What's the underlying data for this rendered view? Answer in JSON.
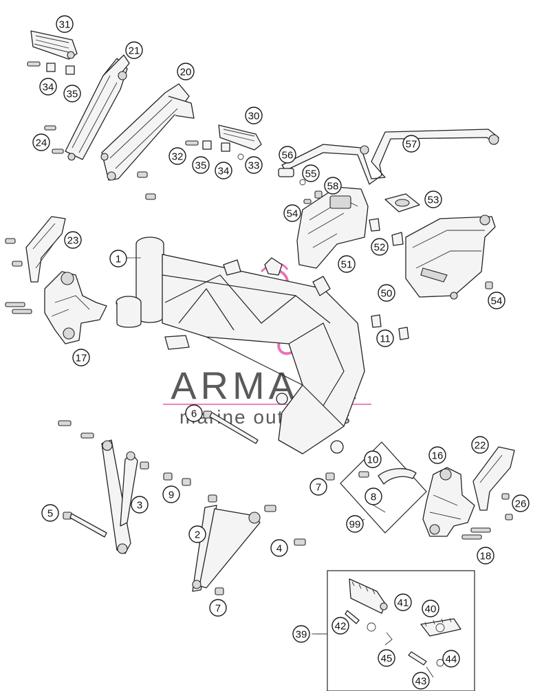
{
  "watermark": {
    "brand": "ARMADA",
    "tagline": "marine outboards",
    "accent_color": "#e85aa8",
    "text_color": "#5a5a5a"
  },
  "callouts": [
    "31",
    "21",
    "20",
    "34",
    "35",
    "24",
    "30",
    "32",
    "35",
    "34",
    "33",
    "56",
    "57",
    "55",
    "58",
    "54",
    "53",
    "23",
    "1",
    "52",
    "51",
    "50",
    "54",
    "11",
    "17",
    "6",
    "22",
    "10",
    "16",
    "7",
    "8",
    "9",
    "3",
    "5",
    "26",
    "99",
    "2",
    "4",
    "18",
    "7",
    "41",
    "40",
    "42",
    "39",
    "44",
    "45",
    "43"
  ]
}
